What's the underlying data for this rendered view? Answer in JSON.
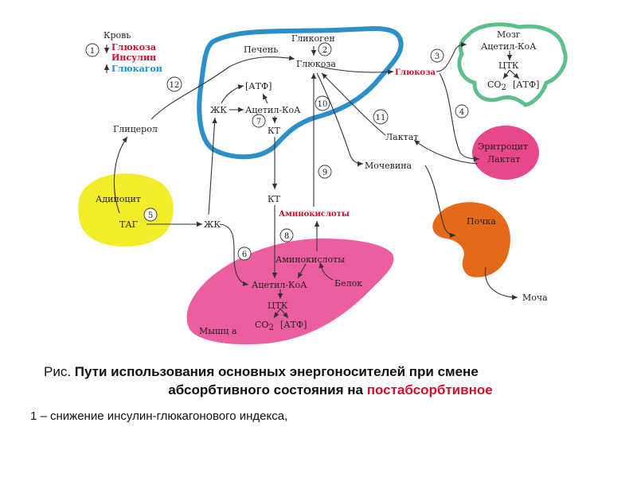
{
  "legend": {
    "blood": "Кровь",
    "glucose": "Глюкоза",
    "insulin": "Инсулин",
    "glucagon": "Глюкагон"
  },
  "organs": {
    "liver": "Печень",
    "brain": "Мозг",
    "erythrocyte": "Эритроцит",
    "adipocyte": "Адипоцит",
    "kidney": "Почка",
    "muscle": "Мышц а"
  },
  "labels": {
    "glycogen": "Гликоген",
    "glucose_liver": "Глюкоза",
    "glucose_blood": "Глюкоза",
    "atp_liver": "[АТФ]",
    "fa_liver": "ЖК",
    "acetyl_coa_liver": "Ацетил-КоА",
    "kt_liver": "КТ",
    "kt_blood": "КТ",
    "glycerol": "Глицерол",
    "lactate_blood": "Лактат",
    "lactate_ery": "Лактат",
    "urea": "Мочевина",
    "urine": "Моча",
    "tag": "ТАГ",
    "fa_blood": "ЖК",
    "amino_blood": "Аминокислоты",
    "amino_muscle": "Аминокислоты",
    "protein": "Белок",
    "acetyl_coa_muscle": "Ацетил-КоА",
    "tca_muscle": "ЦТК",
    "co2_muscle": "СО",
    "atp_muscle": "[АТФ]",
    "acetyl_coa_brain": "Ацетил-КоА",
    "tca_brain": "ЦТК",
    "co2_brain": "СО",
    "atp_brain": "[АТФ]",
    "co2_sub": "2"
  },
  "steps": [
    "1",
    "2",
    "3",
    "4",
    "5",
    "6",
    "7",
    "8",
    "9",
    "10",
    "11",
    "12"
  ],
  "colors": {
    "liver": "#2b8fc9",
    "brain": "#5cc08c",
    "erythrocyte": "#e8488a",
    "adipocyte": "#f2ec2a",
    "kidney": "#e46a1a",
    "muscle": "#ec5ea0",
    "highlight": "#d0102c",
    "glucagon": "#1a8fd0"
  },
  "caption": {
    "prefix": "Рис.",
    "title_part1": "Пути использования основных энергоносителей при смене",
    "title_part2": "абсорбтивного состояния на",
    "title_highlight": "постабсорбтивное",
    "note": "1 – снижение инсулин-глюкагонового индекса,"
  }
}
